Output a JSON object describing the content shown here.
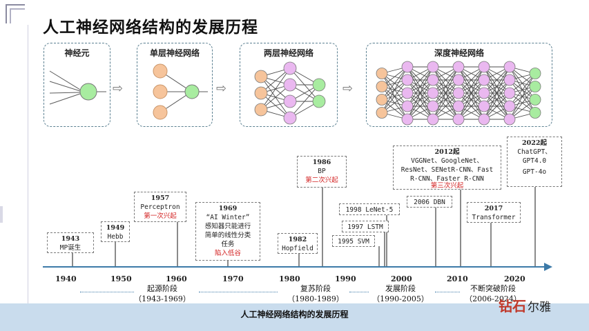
{
  "title": "人工神经网络结构的发展历程",
  "panels": [
    {
      "title": "神经元"
    },
    {
      "title": "单层神经网络"
    },
    {
      "title": "两层神经网络"
    },
    {
      "title": "深度神经网络"
    }
  ],
  "milestones": {
    "m1943": {
      "year": "1943",
      "text": "MP诞生"
    },
    "m1949": {
      "year": "1949",
      "text": "Hebb"
    },
    "m1957": {
      "year": "1957",
      "text": "Perceptron",
      "note": "第一次兴起"
    },
    "m1969": {
      "year": "1969",
      "text": "“AI Winter”",
      "desc1": "感知器只能进行",
      "desc2": "简单的线性分类",
      "desc3": "任务",
      "note": "陷入低谷"
    },
    "m1982": {
      "year": "1982",
      "text": "Hopfield"
    },
    "m1986": {
      "year": "1986",
      "text": "BP",
      "note": "第二次兴起"
    },
    "m1995": {
      "text": "1995 SVM"
    },
    "m1997": {
      "text": "1997 LSTM"
    },
    "m1998": {
      "text": "1998 LeNet-5"
    },
    "m2006": {
      "text": "2006 DBN"
    },
    "m2012": {
      "year": "2012起",
      "l1": "VGGNet、GoogleNet、",
      "l2": "ResNet、SENetR-CNN、Fast",
      "l3": "R-CNN、Faster R-CNN",
      "note": "第三次兴起"
    },
    "m2017": {
      "year": "2017",
      "text": "Transformer"
    },
    "m2022": {
      "year": "2022起",
      "l1": "ChatGPT、",
      "l2": "GPT4.0",
      "l3": "GPT-4o"
    }
  },
  "years": [
    "1940",
    "1950",
    "1960",
    "1970",
    "1980",
    "1990",
    "2000",
    "2010",
    "2020"
  ],
  "stages": [
    {
      "name": "起源阶段",
      "range": "（1943-1969）"
    },
    {
      "name": "复苏阶段",
      "range": "（1980-1989）"
    },
    {
      "name": "发展阶段",
      "range": "（1990-2005）"
    },
    {
      "name": "不断突破阶段",
      "range": "（2006-2024）"
    }
  ],
  "caption": "人工神经网络结构的发展历程",
  "logo": {
    "mark": "钻石",
    "text": "尔雅"
  },
  "colors": {
    "input_node": "#f6c49b",
    "hidden_node": "#eab8f0",
    "output_node": "#a8eca0",
    "node_stroke": "#777777",
    "timeline": "#3c7aa8",
    "red": "#d21f1f"
  }
}
